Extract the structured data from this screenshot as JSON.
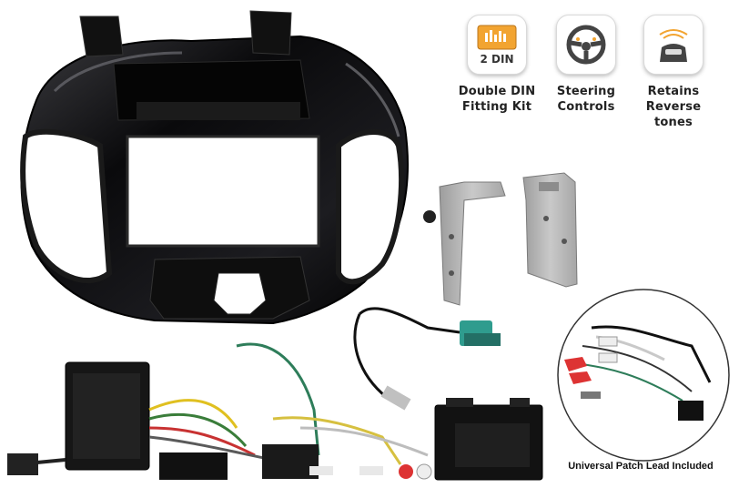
{
  "features": [
    {
      "caption_line1": "Double DIN",
      "caption_line2": "Fitting Kit",
      "badge": "2 DIN",
      "icon": "double-din-icon"
    },
    {
      "caption_line1": "Steering",
      "caption_line2": "Controls",
      "icon": "steering-wheel-icon"
    },
    {
      "caption_line1": "Retains",
      "caption_line2": "Reverse tones",
      "icon": "reverse-sensor-icon"
    }
  ],
  "patch_lead_label": "Universal Patch Lead Included",
  "colors": {
    "fascia": "#0b0b0d",
    "bracket": "#b9b9b9",
    "din_orange": "#f2a431",
    "antenna_teal": "#2f9c8e"
  }
}
